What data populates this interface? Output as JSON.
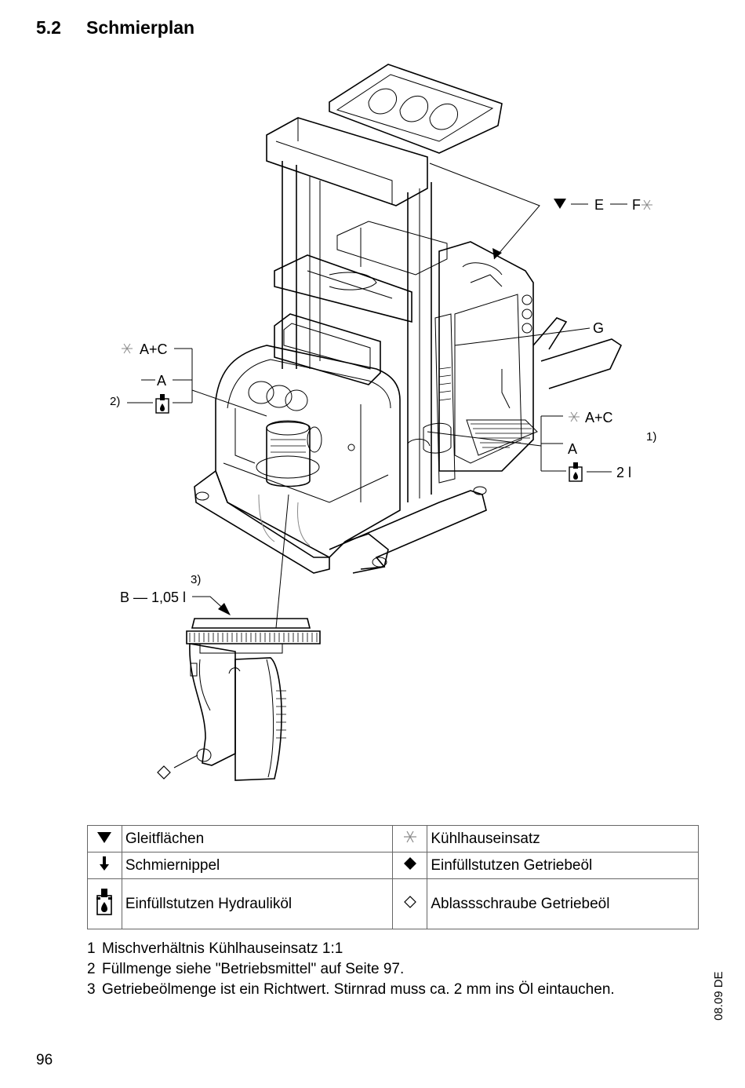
{
  "section": {
    "number": "5.2",
    "title": "Schmierplan"
  },
  "callouts": {
    "top_right": "E — F",
    "g": "G",
    "left_ac": "A+C",
    "left_a": "A",
    "left_note": "2)",
    "right_ac": "A+C",
    "right_a": "A",
    "right_note": "1)",
    "right_volume": "2 l",
    "b_label": "B — 1,05 l",
    "b_note": "3)"
  },
  "legend": [
    {
      "left_icon": "triangle-down-icon",
      "left_text": "Gleitflächen",
      "right_icon": "asterisk-icon",
      "right_text": "Kühlhauseinsatz"
    },
    {
      "left_icon": "grease-nipple-icon",
      "left_text": "Schmiernippel",
      "right_icon": "filled-diamond-icon",
      "right_text": "Einfüllstutzen Getriebeöl"
    },
    {
      "left_icon": "hydraulic-oil-filler-icon",
      "left_text": "Einfüllstutzen Hydrauliköl",
      "right_icon": "outline-diamond-icon",
      "right_text": "Ablassschraube Getriebeöl"
    }
  ],
  "notes": [
    {
      "num": "1",
      "text": "Mischverhältnis Kühlhauseinsatz 1:1"
    },
    {
      "num": "2",
      "text": "Füllmenge siehe \"Betriebsmittel\" auf Seite 97."
    },
    {
      "num": "3",
      "text": "Getriebeölmenge ist ein Richtwert. Stirnrad muss ca. 2 mm ins Öl eintauchen."
    }
  ],
  "edition": "08.09 DE",
  "page_number": "96"
}
